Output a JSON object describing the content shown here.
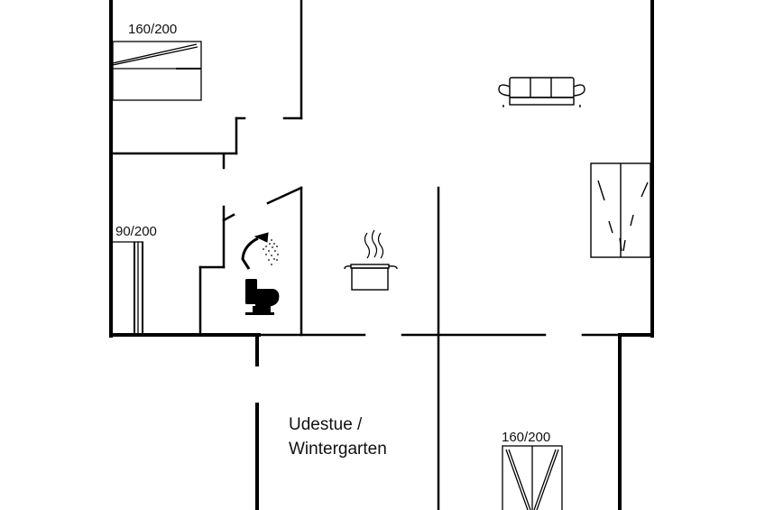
{
  "floor_plan": {
    "colors": {
      "wall": "#000000",
      "background": "#ffffff",
      "text": "#111111"
    },
    "labels": {
      "bedroom_top_bed": "160/200",
      "small_room_bed": "90/200",
      "sunroom_line1": "Udestue /",
      "sunroom_line2": "Wintergarten",
      "sunroom_bed": "160/200"
    },
    "icons": [
      "double-bed-icon",
      "single-bed-icon",
      "shower-icon",
      "toilet-icon",
      "sofa-icon",
      "cooking-pot-icon",
      "wardrobe-icon"
    ]
  }
}
